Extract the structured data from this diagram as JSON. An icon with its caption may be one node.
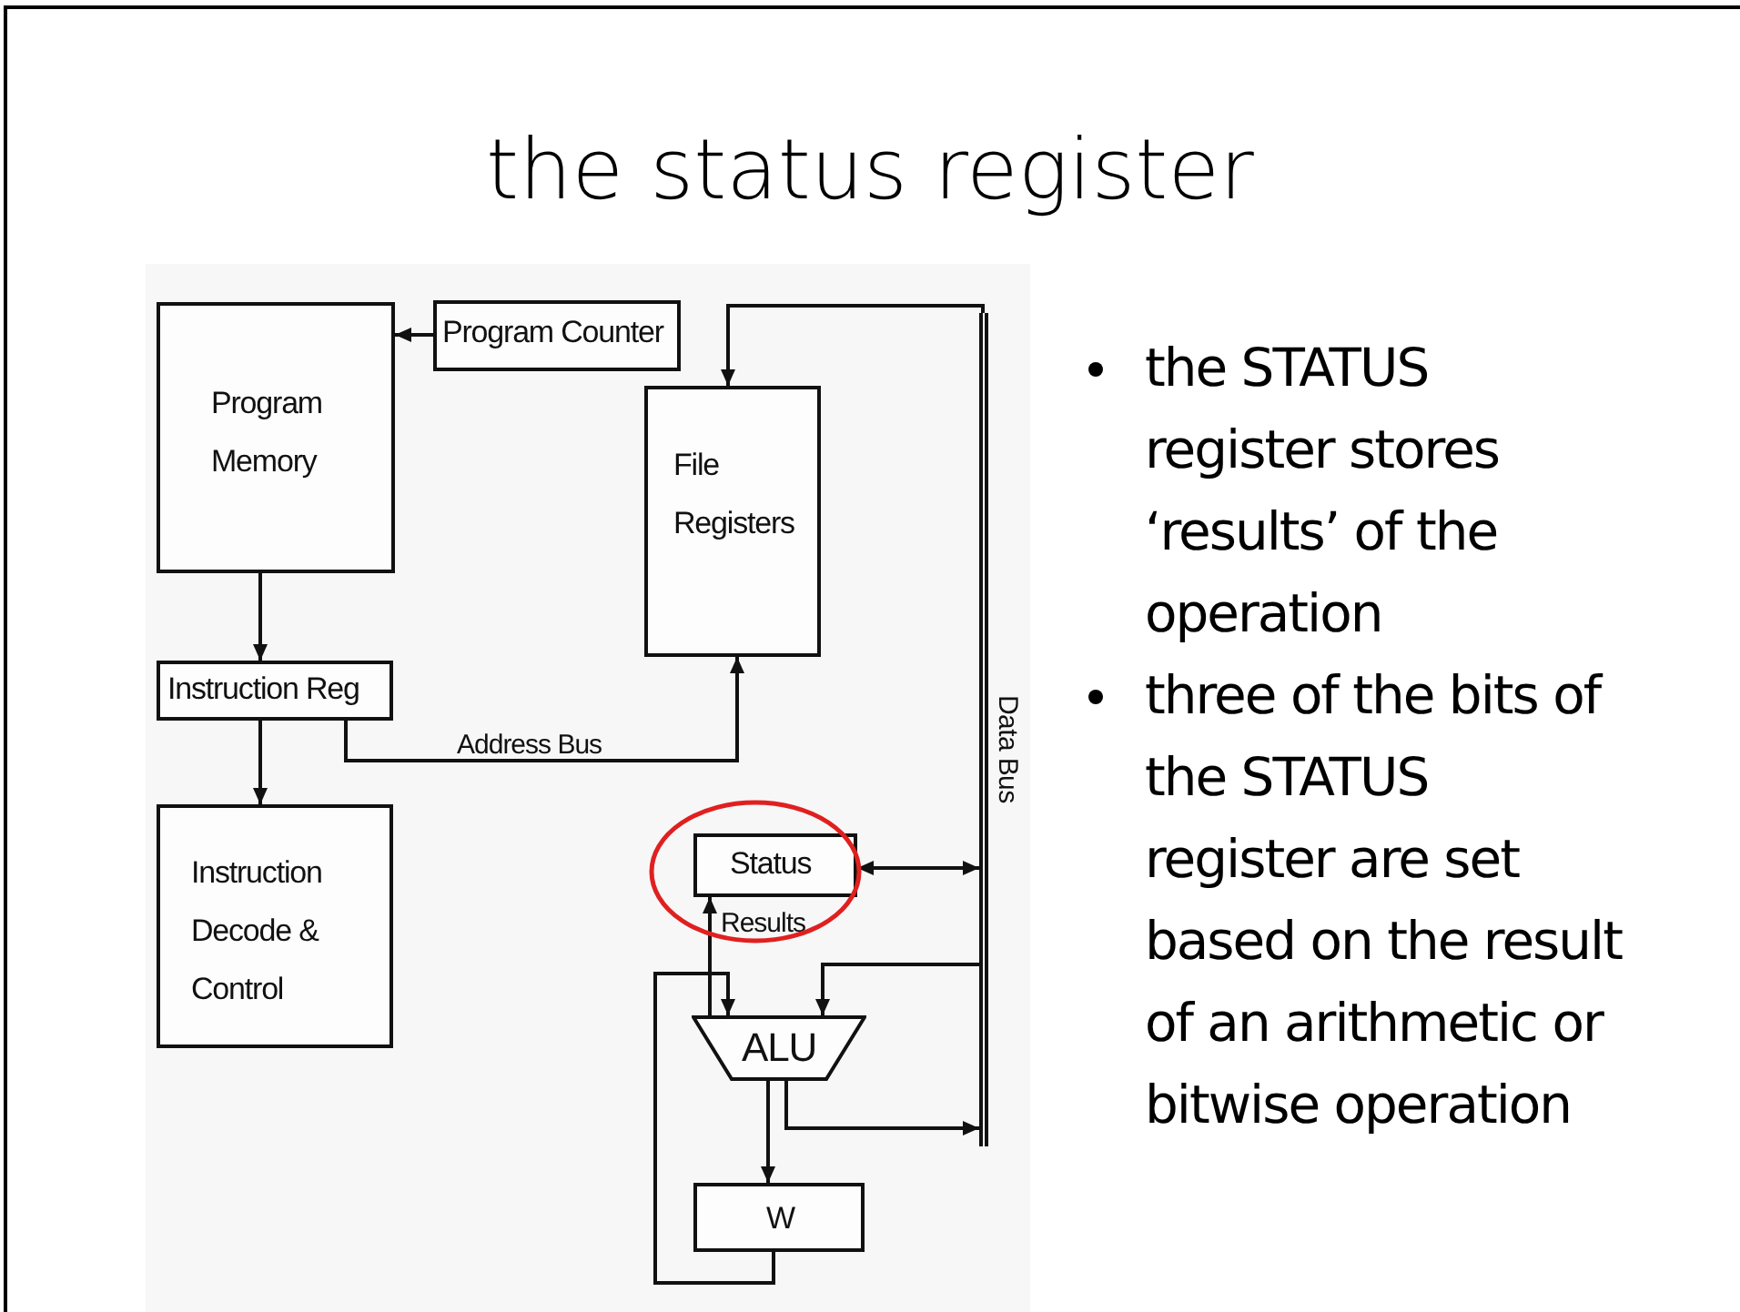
{
  "diagram": {
    "title": "the status register",
    "nodes": [
      {
        "text": [
          "Program Memory"
        ]
      },
      {
        "text": [
          "Program Counter"
        ]
      },
      {
        "text": [
          "File Registers"
        ]
      },
      {
        "text": [
          "Instruction Reg"
        ]
      },
      {
        "text": [
          "Instruction Decode & Control"
        ]
      },
      {
        "text": [
          "Data Bus"
        ]
      },
      {
        "text": [
          "Status"
        ]
      },
      {
        "text": [
          "ALU"
        ]
      },
      {
        "text": [
          "W"
        ]
      }
    ],
    "edges": [
      {
        "from": 1,
        "to": 0,
        "arrow": "to"
      },
      {
        "from": 0,
        "to": 3,
        "arrow": "to"
      },
      {
        "from": 3,
        "to": 4,
        "arrow": "to"
      },
      {
        "from": 3,
        "to": 2,
        "arrow": "to",
        "label": "Address Bus"
      },
      {
        "from": 5,
        "to": 2,
        "arrow": "to"
      },
      {
        "from": 6,
        "to": 5,
        "arrow": "both"
      },
      {
        "from": 7,
        "to": 6,
        "arrow": "to",
        "label": "Results"
      },
      {
        "from": 5,
        "to": 7,
        "arrow": "to"
      },
      {
        "from": 7,
        "to": 5,
        "arrow": "to"
      },
      {
        "from": 7,
        "to": 8,
        "arrow": "to"
      },
      {
        "from": 8,
        "to": 7,
        "arrow": "to"
      }
    ],
    "labels": [
      "the STATUS register stores ‘results’ of the operation",
      "three of the bits of  the STATUS register are set based on the result of an arithmetic or bitwise operation"
    ]
  }
}
